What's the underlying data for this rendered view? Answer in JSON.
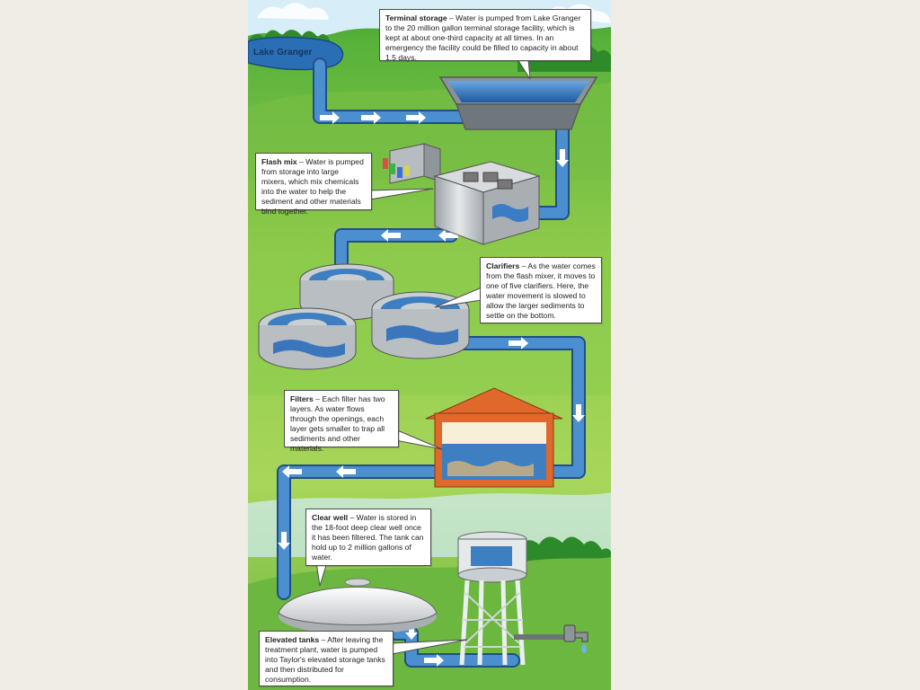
{
  "lake_label": "Lake Granger",
  "stages": [
    {
      "key": "terminal",
      "title": "Terminal storage",
      "text": " – Water is pumped from Lake Granger to the 20 million gallon terminal storage facility, which is kept at about one-third capacity at all times. In an emergency the facility could be filled to capacity in about 1.5 days."
    },
    {
      "key": "flash",
      "title": "Flash mix",
      "text": " – Water is pumped from storage into large mixers, which mix chemicals into the water to help the sediment and other materials bind together."
    },
    {
      "key": "clarifiers",
      "title": "Clarifiers",
      "text": " – As the water comes from the flash mixer, it moves to one of five clarifiers. Here, the water movement is slowed to allow the larger sediments to settle on the bottom."
    },
    {
      "key": "filters",
      "title": "Filters",
      "text": " – Each filter has two layers. As water flows through the openings, each layer gets smaller to trap all sediments and other materials."
    },
    {
      "key": "clearwell",
      "title": "Clear well",
      "text": " – Water is stored in the 18-foot deep clear well once it has been filtered. The tank can hold up to 2 million gallons of water."
    },
    {
      "key": "elevated",
      "title": "Elevated tanks",
      "text": " – After leaving the treatment plant, water is pumped into Taylor's elevated storage tanks and then distributed for consumption."
    }
  ],
  "colors": {
    "pipe": "#3d7fc1",
    "pipe_edge": "#1f4f86",
    "grass": "#7cc142",
    "sky": "#c8e8f7",
    "filter_house": "#e0682a"
  }
}
